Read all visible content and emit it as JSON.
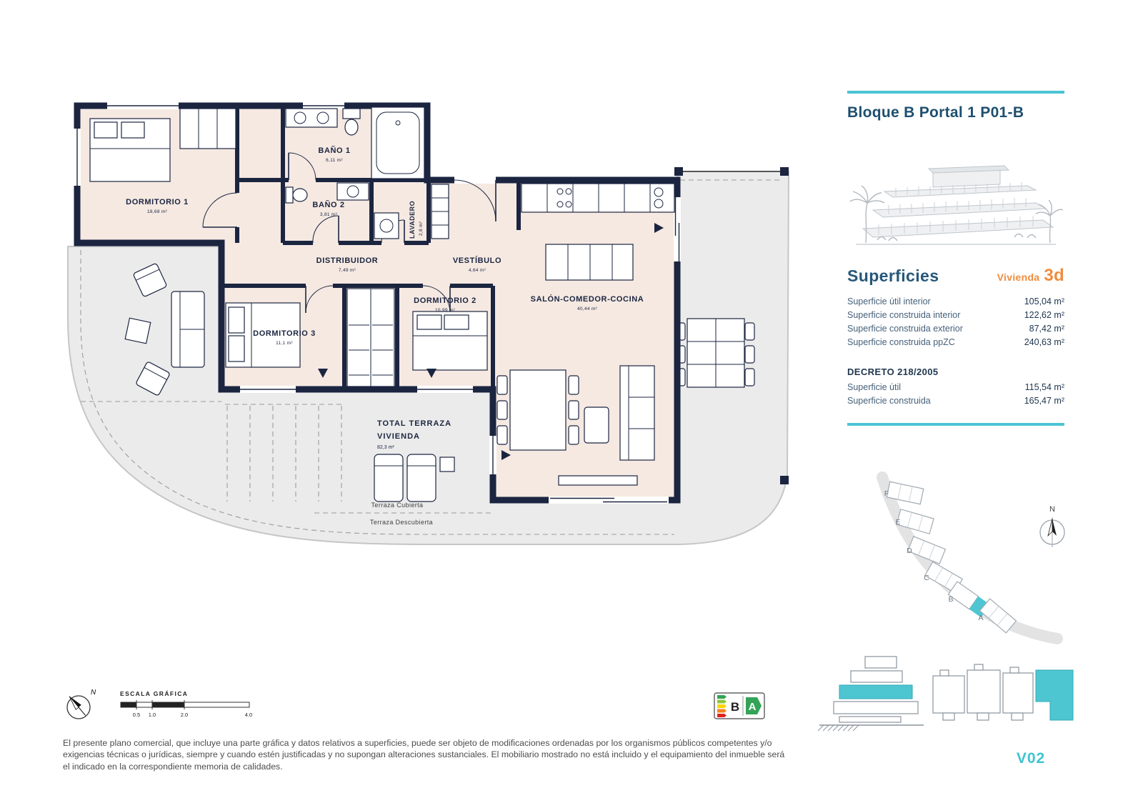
{
  "title": "Bloque B Portal 1 P01-B",
  "colors": {
    "accent_teal": "#4ec6d2",
    "accent_orange": "#ef8c3f",
    "wall_navy": "#1b2540"
  },
  "floorplan": {
    "rooms": [
      {
        "name": "DORMITORIO 1",
        "area": "18,68 m²"
      },
      {
        "name": "BAÑO 1",
        "area": "6,11 m²"
      },
      {
        "name": "BAÑO 2",
        "area": "3,81 m²"
      },
      {
        "name": "LAVADERO",
        "area": "2,8 m²"
      },
      {
        "name": "DISTRIBUIDOR",
        "area": "7,49 m²"
      },
      {
        "name": "VESTÍBULO",
        "area": "4,64 m²"
      },
      {
        "name": "DORMITORIO 2",
        "area": "10,99 m²"
      },
      {
        "name": "DORMITORIO 3",
        "area": "11,1 m²"
      },
      {
        "name": "SALÓN-COMEDOR-COCINA",
        "area": "40,44 m²"
      }
    ],
    "terrace": {
      "label_line1": "TOTAL TERRAZA",
      "label_line2": "VIVIENDA",
      "area": "82,3 m²",
      "covered": "Terraza Cubierta",
      "uncovered": "Terraza Descubierta"
    }
  },
  "panel": {
    "superficies_title": "Superficies",
    "vivienda_label": "Vivienda",
    "vivienda_value": "3d",
    "rows": [
      {
        "label": "Superficie útil interior",
        "value": "105,04 m²"
      },
      {
        "label": "Superficie construida interior",
        "value": "122,62 m²"
      },
      {
        "label": "Superficie construida exterior",
        "value": "87,42 m²"
      },
      {
        "label": "Superficie construida ppZC",
        "value": "240,63 m²"
      }
    ],
    "decreto_title": "DECRETO 218/2005",
    "decreto_rows": [
      {
        "label": "Superficie útil",
        "value": "115,54 m²"
      },
      {
        "label": "Superficie construida",
        "value": "165,47 m²"
      }
    ],
    "site_letters": [
      "F",
      "E",
      "D",
      "C",
      "B",
      "A"
    ],
    "north_label": "N",
    "unit_code": "V02"
  },
  "footer": {
    "escala_label": "ESCALA GRÁFICA",
    "scale_ticks": [
      "0.5",
      "1.0",
      "2.0",
      "4.0"
    ],
    "energy_letters": [
      "B",
      "A"
    ],
    "north_label": "N",
    "disclaimer": "El presente plano comercial, que incluye una parte gráfica y datos relativos a superficies, puede ser objeto de modificaciones ordenadas por los organismos públicos competentes y/o exigencias técnicas o jurídicas, siempre y cuando estén justificadas y no supongan alteraciones sustanciales. El mobiliario mostrado no está incluido y el equipamiento del inmueble será el indicado en la correspondiente memoria de calidades."
  }
}
